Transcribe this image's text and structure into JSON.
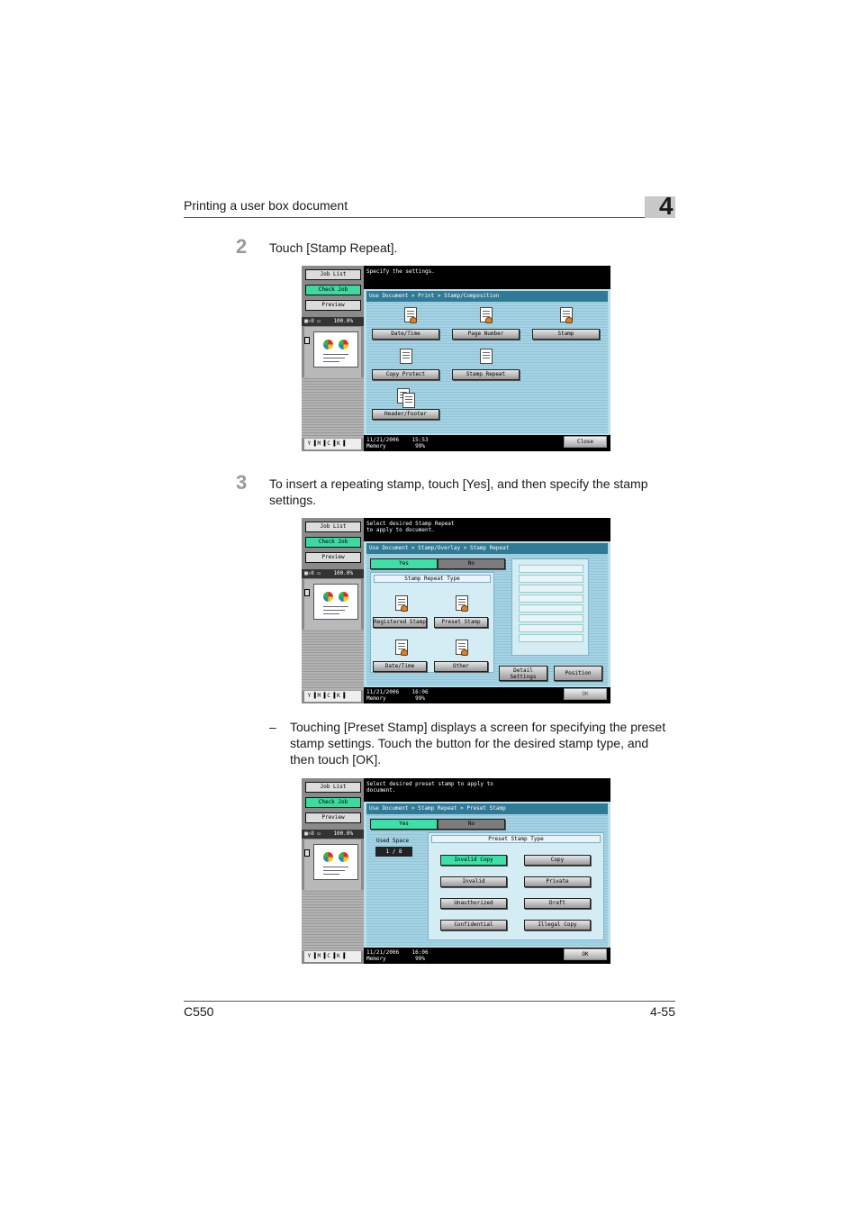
{
  "header": {
    "title": "Printing a user box document",
    "chapter": "4"
  },
  "steps": [
    {
      "number": "2",
      "text": "Touch [Stamp Repeat]."
    },
    {
      "number": "3",
      "text": "To insert a repeating stamp, touch [Yes], and then specify the stamp settings."
    }
  ],
  "bullet": {
    "dash": "–",
    "text": "Touching [Preset Stamp] displays a screen for specifying the preset stamp settings. Touch the button for the desired stamp type, and then touch [OK]."
  },
  "left_panel": {
    "job_list": "Job List",
    "check_job": "Check Job",
    "preview": "Preview",
    "info": "▣▷ⅠⅠ ▭    100.0%",
    "toner": " Y ▌M ▌C ▌K ▌"
  },
  "screen1": {
    "message": "Specify the settings.",
    "breadcrumb": "Use Document > Print > Stamp/Composition",
    "buttons": [
      "Date/Time",
      "Page Number",
      "Stamp",
      "Copy Protect",
      "Stamp Repeat",
      "Header/Footer"
    ],
    "status_line1": "11/21/2006    15:53",
    "status_line2": "Memory         99%",
    "close": "Close"
  },
  "screen2": {
    "message": "Select desired Stamp Repeat\nto apply to document.",
    "breadcrumb": "Use Document > Stamp/Overlay > Stamp Repeat",
    "yes": "Yes",
    "no": "No",
    "panel_title": "Stamp Repeat Type",
    "buttons": [
      "Registered Stamp",
      "Preset Stamp",
      "Date/Time",
      "Other"
    ],
    "detail": "Detail\nSettings",
    "position": "Position",
    "status_line1": "11/21/2006    16:06",
    "status_line2": "Memory         99%",
    "ok": "OK"
  },
  "screen3": {
    "message": "Select desired preset stamp to apply to\ndocument.",
    "breadcrumb": "Use Document > Stamp Repeat > Preset Stamp",
    "yes": "Yes",
    "no": "No",
    "used_space_label": "Used Space",
    "used_space_value": "1  /  8",
    "panel_title": "Preset Stamp Type",
    "buttons": [
      "Invalid Copy",
      "Copy",
      "Invalid",
      "Private",
      "Unauthorized",
      "Draft",
      "Confidential",
      "Illegal Copy"
    ],
    "status_line1": "11/21/2006    16:06",
    "status_line2": "Memory         99%",
    "ok": "OK"
  },
  "footer": {
    "model": "C550",
    "page": "4-55"
  }
}
